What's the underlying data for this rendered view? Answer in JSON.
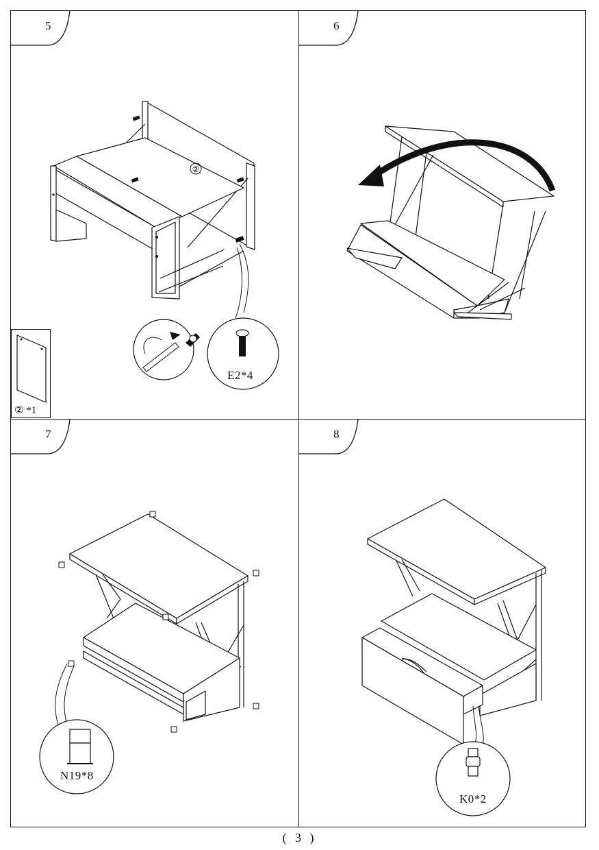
{
  "page": {
    "number": "( 3 )"
  },
  "steps": [
    {
      "number": "5",
      "part_label": "② *1",
      "panel_marker": "②",
      "fastener_label": "E2*4"
    },
    {
      "number": "6"
    },
    {
      "number": "7",
      "fastener_label": "N19*8"
    },
    {
      "number": "8",
      "fastener_label": "K0*2"
    }
  ]
}
